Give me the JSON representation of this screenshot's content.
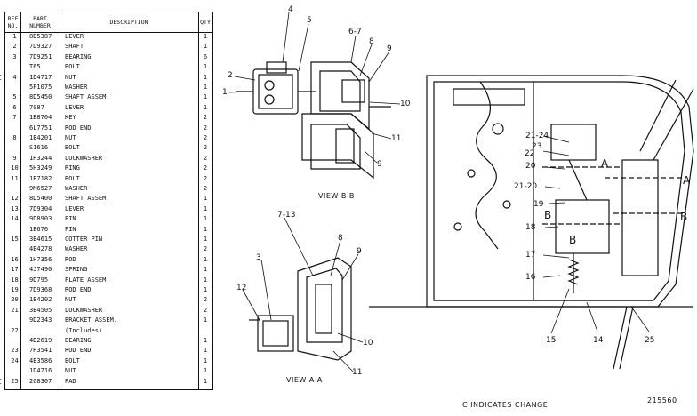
{
  "table": {
    "headers": {
      "ref": "REF\nNO.",
      "part": "PART\nNUMBER",
      "desc": "DESCRIPTION",
      "qty": "QTY"
    },
    "rows": [
      {
        "ref": "1",
        "part": "8D5387",
        "desc": "LEVER",
        "qty": "1"
      },
      {
        "ref": "2",
        "part": "7D9327",
        "desc": "SHAFT",
        "qty": "1"
      },
      {
        "ref": "3",
        "part": "7D9251",
        "desc": "BEARING",
        "qty": "6"
      },
      {
        "ref": "",
        "part": "T65",
        "desc": "BOLT",
        "qty": "1"
      },
      {
        "ref": "4",
        "part": "1D4717",
        "desc": "NUT",
        "qty": "1",
        "flag": "C"
      },
      {
        "ref": "",
        "part": "5P1075",
        "desc": "WASHER",
        "qty": "1"
      },
      {
        "ref": "5",
        "part": "8D5450",
        "desc": "SHAFT ASSEM.",
        "qty": "1"
      },
      {
        "ref": "6",
        "part": "7087",
        "desc": "LEVER",
        "qty": "1"
      },
      {
        "ref": "7",
        "part": "1B8704",
        "desc": "KEY",
        "qty": "2"
      },
      {
        "ref": "",
        "part": "6L7751",
        "desc": "ROD END",
        "qty": "2"
      },
      {
        "ref": "8",
        "part": "1B4201",
        "desc": "NUT",
        "qty": "2"
      },
      {
        "ref": "",
        "part": "S1616",
        "desc": "BOLT",
        "qty": "2"
      },
      {
        "ref": "9",
        "part": "1H3244",
        "desc": "LOCKWASHER",
        "qty": "2"
      },
      {
        "ref": "10",
        "part": "5H3249",
        "desc": "RING",
        "qty": "2"
      },
      {
        "ref": "11",
        "part": "1B7182",
        "desc": "BOLT",
        "qty": "2"
      },
      {
        "ref": "",
        "part": "9M6527",
        "desc": "WASHER",
        "qty": "2"
      },
      {
        "ref": "12",
        "part": "8D5400",
        "desc": "SHAFT ASSEM.",
        "qty": "1"
      },
      {
        "ref": "13",
        "part": "7D9304",
        "desc": "LEVER",
        "qty": "1"
      },
      {
        "ref": "14",
        "part": "9D8903",
        "desc": "PIN",
        "qty": "1"
      },
      {
        "ref": "",
        "part": "1B676",
        "desc": "PIN",
        "qty": "1"
      },
      {
        "ref": "15",
        "part": "3B4615",
        "desc": "COTTER PIN",
        "qty": "1"
      },
      {
        "ref": "",
        "part": "4B4278",
        "desc": "WASHER",
        "qty": "2"
      },
      {
        "ref": "16",
        "part": "1H7356",
        "desc": "ROD",
        "qty": "1"
      },
      {
        "ref": "17",
        "part": "4J7490",
        "desc": "SPRING",
        "qty": "1"
      },
      {
        "ref": "18",
        "part": "9D795",
        "desc": "PLATE ASSEM.",
        "qty": "1"
      },
      {
        "ref": "19",
        "part": "7D9368",
        "desc": "ROD END",
        "qty": "1"
      },
      {
        "ref": "20",
        "part": "1B4202",
        "desc": "NUT",
        "qty": "2"
      },
      {
        "ref": "21",
        "part": "3B4505",
        "desc": "LOCKWASHER",
        "qty": "2"
      },
      {
        "ref": "",
        "part": "9D2343",
        "desc": "BRACKET ASSEM.",
        "qty": "1"
      },
      {
        "ref": "22",
        "part": "",
        "desc": "(Includes)",
        "qty": ""
      },
      {
        "ref": "",
        "part": "4D2619",
        "desc": "BEARING",
        "qty": "1"
      },
      {
        "ref": "23",
        "part": "7H3541",
        "desc": "ROD END",
        "qty": "1"
      },
      {
        "ref": "24",
        "part": "4B3586",
        "desc": "BOLT",
        "qty": "1"
      },
      {
        "ref": "",
        "part": "1D4716",
        "desc": "NUT",
        "qty": "1"
      },
      {
        "ref": "25",
        "part": "2G8307",
        "desc": "PAD",
        "qty": "1",
        "flag": "C"
      }
    ]
  },
  "views": {
    "b": "VIEW B-B",
    "a": "VIEW A-A"
  },
  "callouts": {
    "n1": "1",
    "n2": "2",
    "n3": "3",
    "n4": "4",
    "n5": "5",
    "n67": "6-7",
    "n8": "8",
    "n9": "9",
    "n10": "10",
    "n11": "11",
    "n9b": "9",
    "a713": "7-13",
    "a3": "3",
    "a12": "12",
    "a8": "8",
    "a9": "9",
    "a10": "10",
    "a11": "11",
    "r2124": "21-24",
    "r23": "23",
    "r22": "22",
    "r20": "20",
    "r2120": "21-20",
    "r19": "19",
    "r18": "18",
    "r17": "17",
    "r16": "16",
    "r15": "15",
    "r14": "14",
    "r25": "25",
    "sA1": "A",
    "sA2": "A",
    "sB1": "B",
    "sB2": "B",
    "sB3": "B"
  },
  "footer": {
    "change_note": "C INDICATES CHANGE",
    "figure_no": "215560"
  }
}
